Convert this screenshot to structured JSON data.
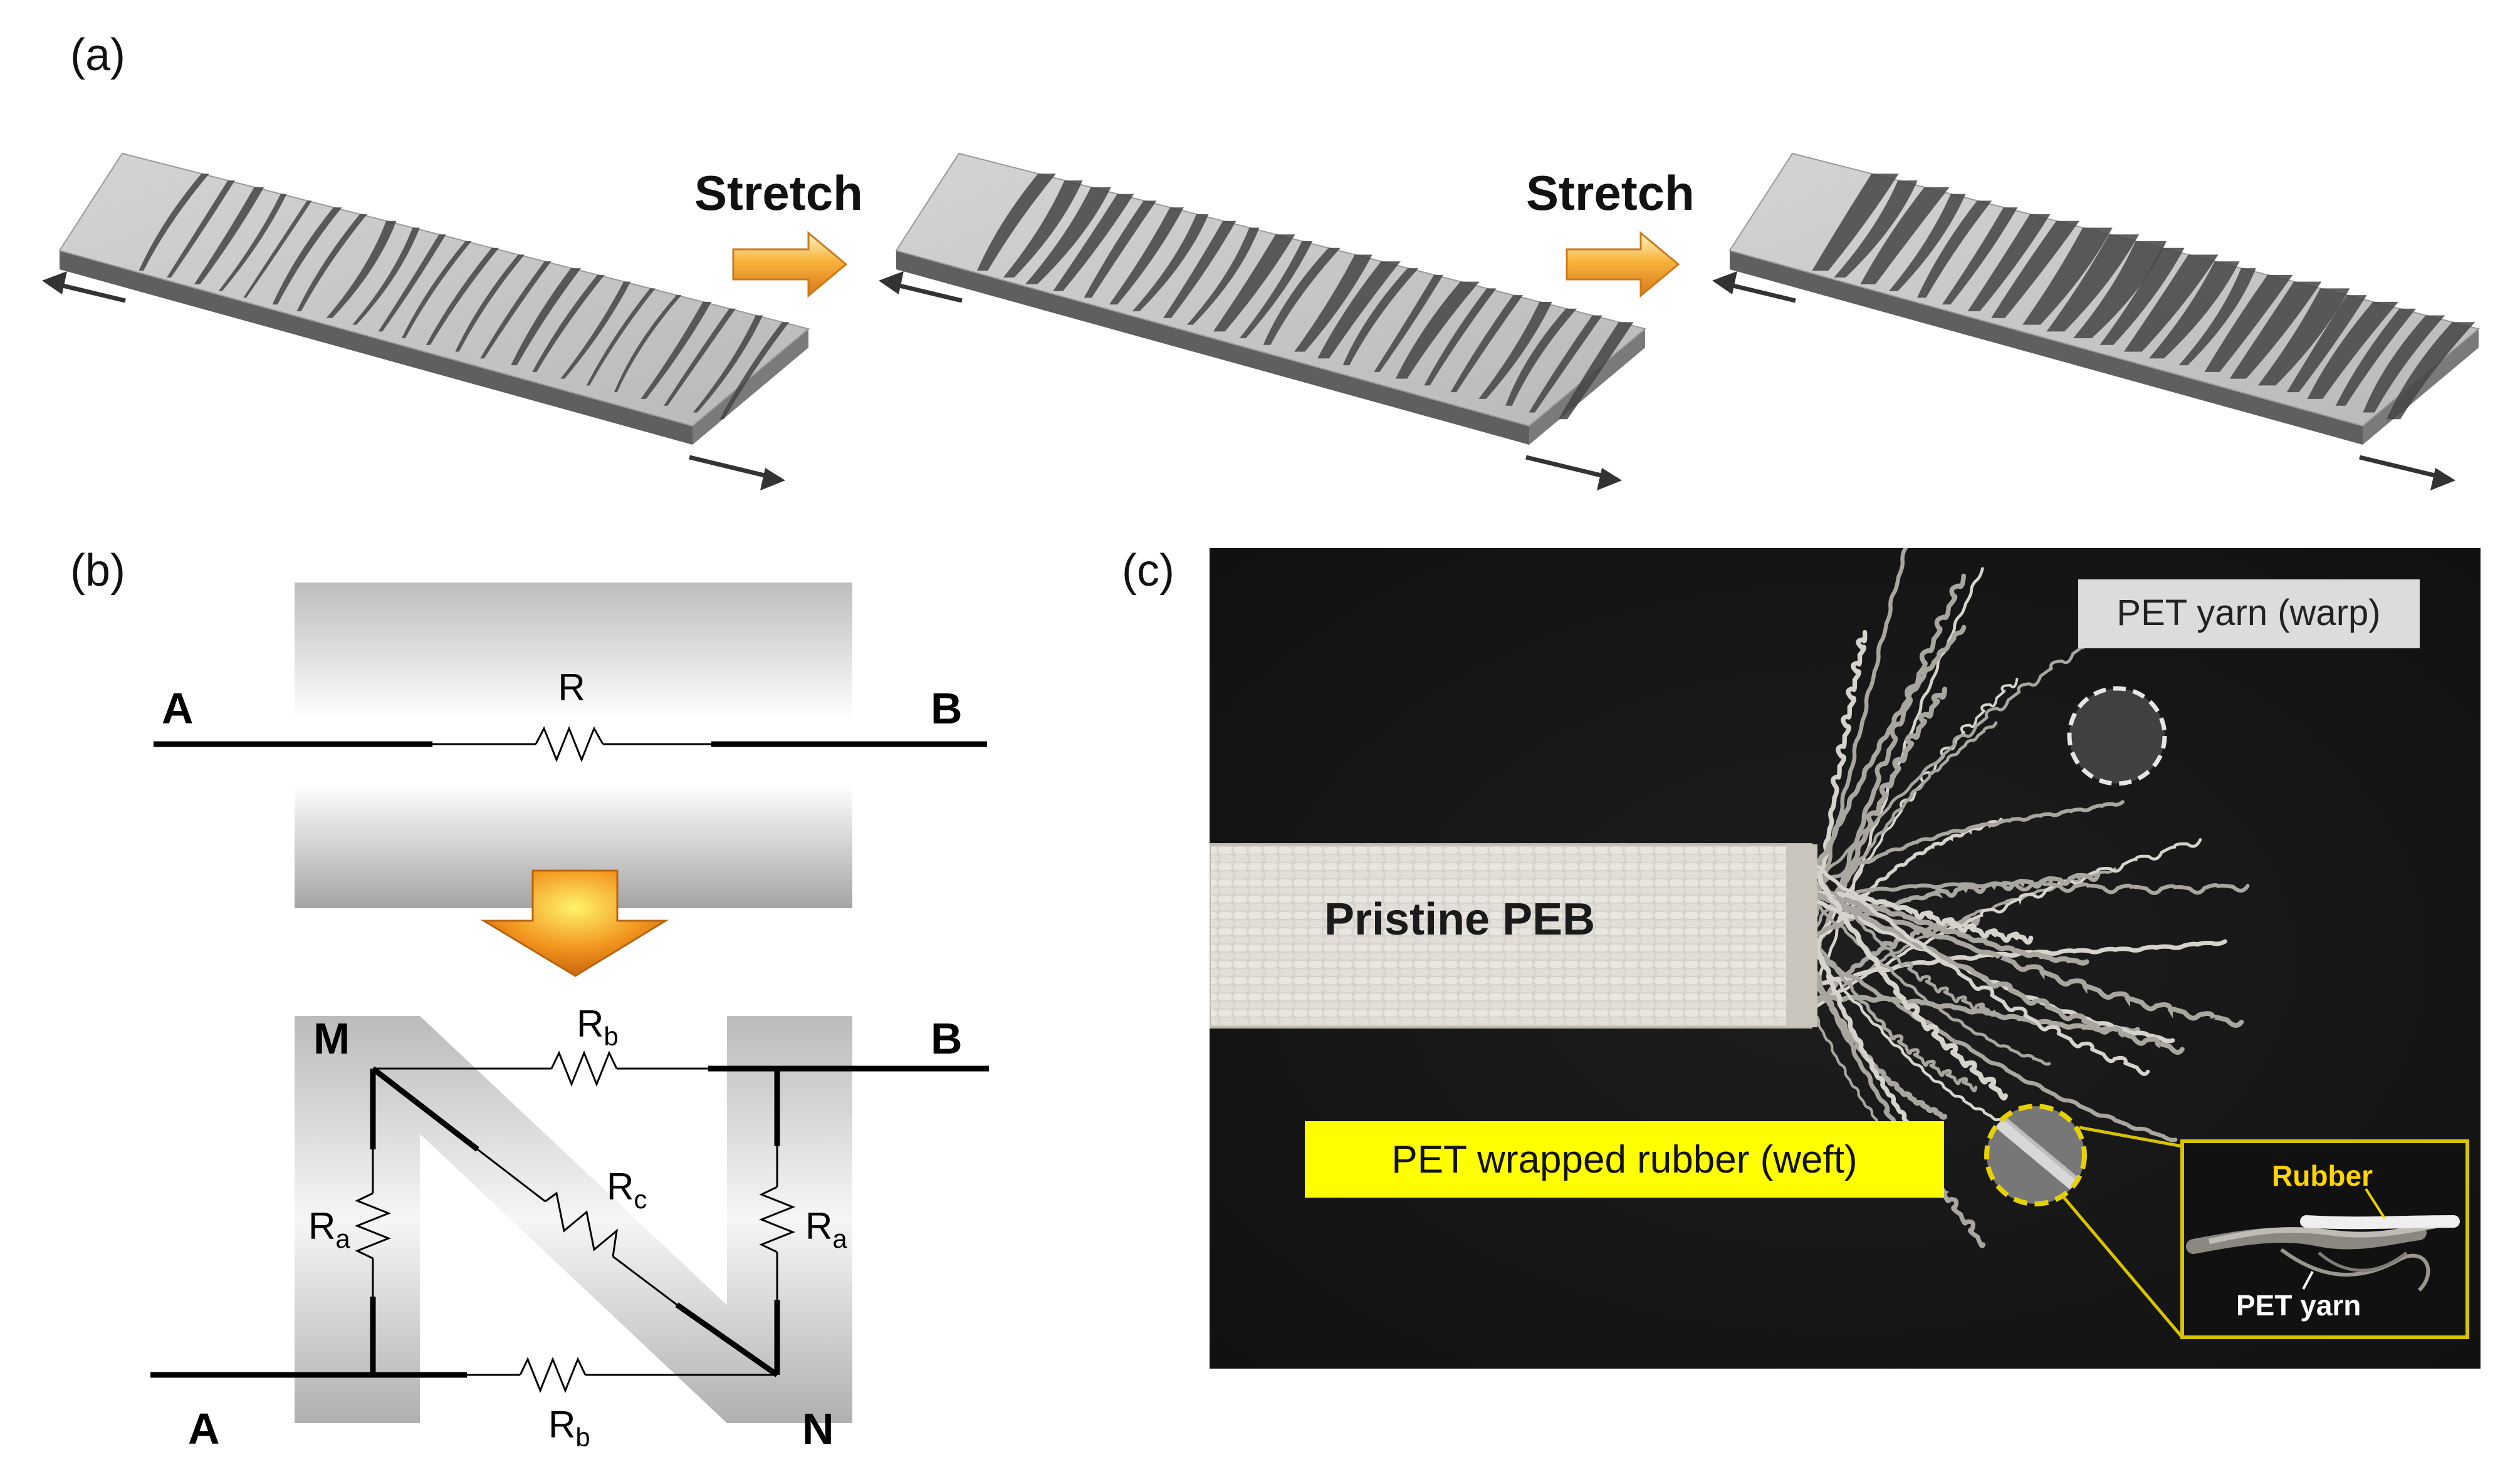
{
  "panel_a": {
    "label": "(a)",
    "stretch_1": "Stretch",
    "stretch_2": "Stretch"
  },
  "panel_b": {
    "label": "(b)",
    "top": {
      "node_a": "A",
      "node_b": "B",
      "resistor": "R"
    },
    "bottom": {
      "node_m": "M",
      "node_b": "B",
      "node_a": "A",
      "node_n": "N",
      "rb_top": {
        "main": "R",
        "sub": "b"
      },
      "rc": {
        "main": "R",
        "sub": "c"
      },
      "ra_left": {
        "main": "R",
        "sub": "a"
      },
      "ra_right": {
        "main": "R",
        "sub": "a"
      },
      "rb_bottom": {
        "main": "R",
        "sub": "b"
      }
    }
  },
  "panel_c": {
    "label": "(c)",
    "pet_warp": "PET yarn (warp)",
    "pristine": "Pristine PEB",
    "weft": "PET wrapped rubber (weft)",
    "inset_rubber": "Rubber",
    "inset_pet": "PET yarn"
  },
  "colors": {
    "label_yellow": "#ffff00",
    "inset_border": "#d6c400",
    "arrow_orange": "#f39a1c",
    "photo_bg": "#141414"
  }
}
